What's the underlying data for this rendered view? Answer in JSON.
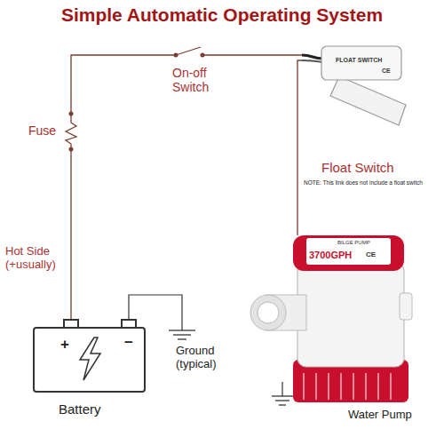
{
  "diagram": {
    "title": "Simple Automatic Operating System",
    "nodes": [
      {
        "text": [
          "+",
          "−",
          "Battery"
        ]
      },
      {
        "text": [
          "FLOAT SWITCH",
          "CE",
          "Float Switch",
          "NOTE: This link does not include a float switch"
        ]
      },
      {
        "text": [
          "3700GPH",
          "BILGE PUMP",
          "CE",
          "Water Pump"
        ]
      }
    ],
    "edges": [
      {
        "from": 0,
        "to": 1,
        "arrow": "none"
      },
      {
        "from": 1,
        "to": 2,
        "arrow": "none"
      }
    ],
    "labels": [
      "On-off Switch",
      "Fuse",
      "Hot Side (+usually)",
      "Ground (typical)"
    ]
  }
}
